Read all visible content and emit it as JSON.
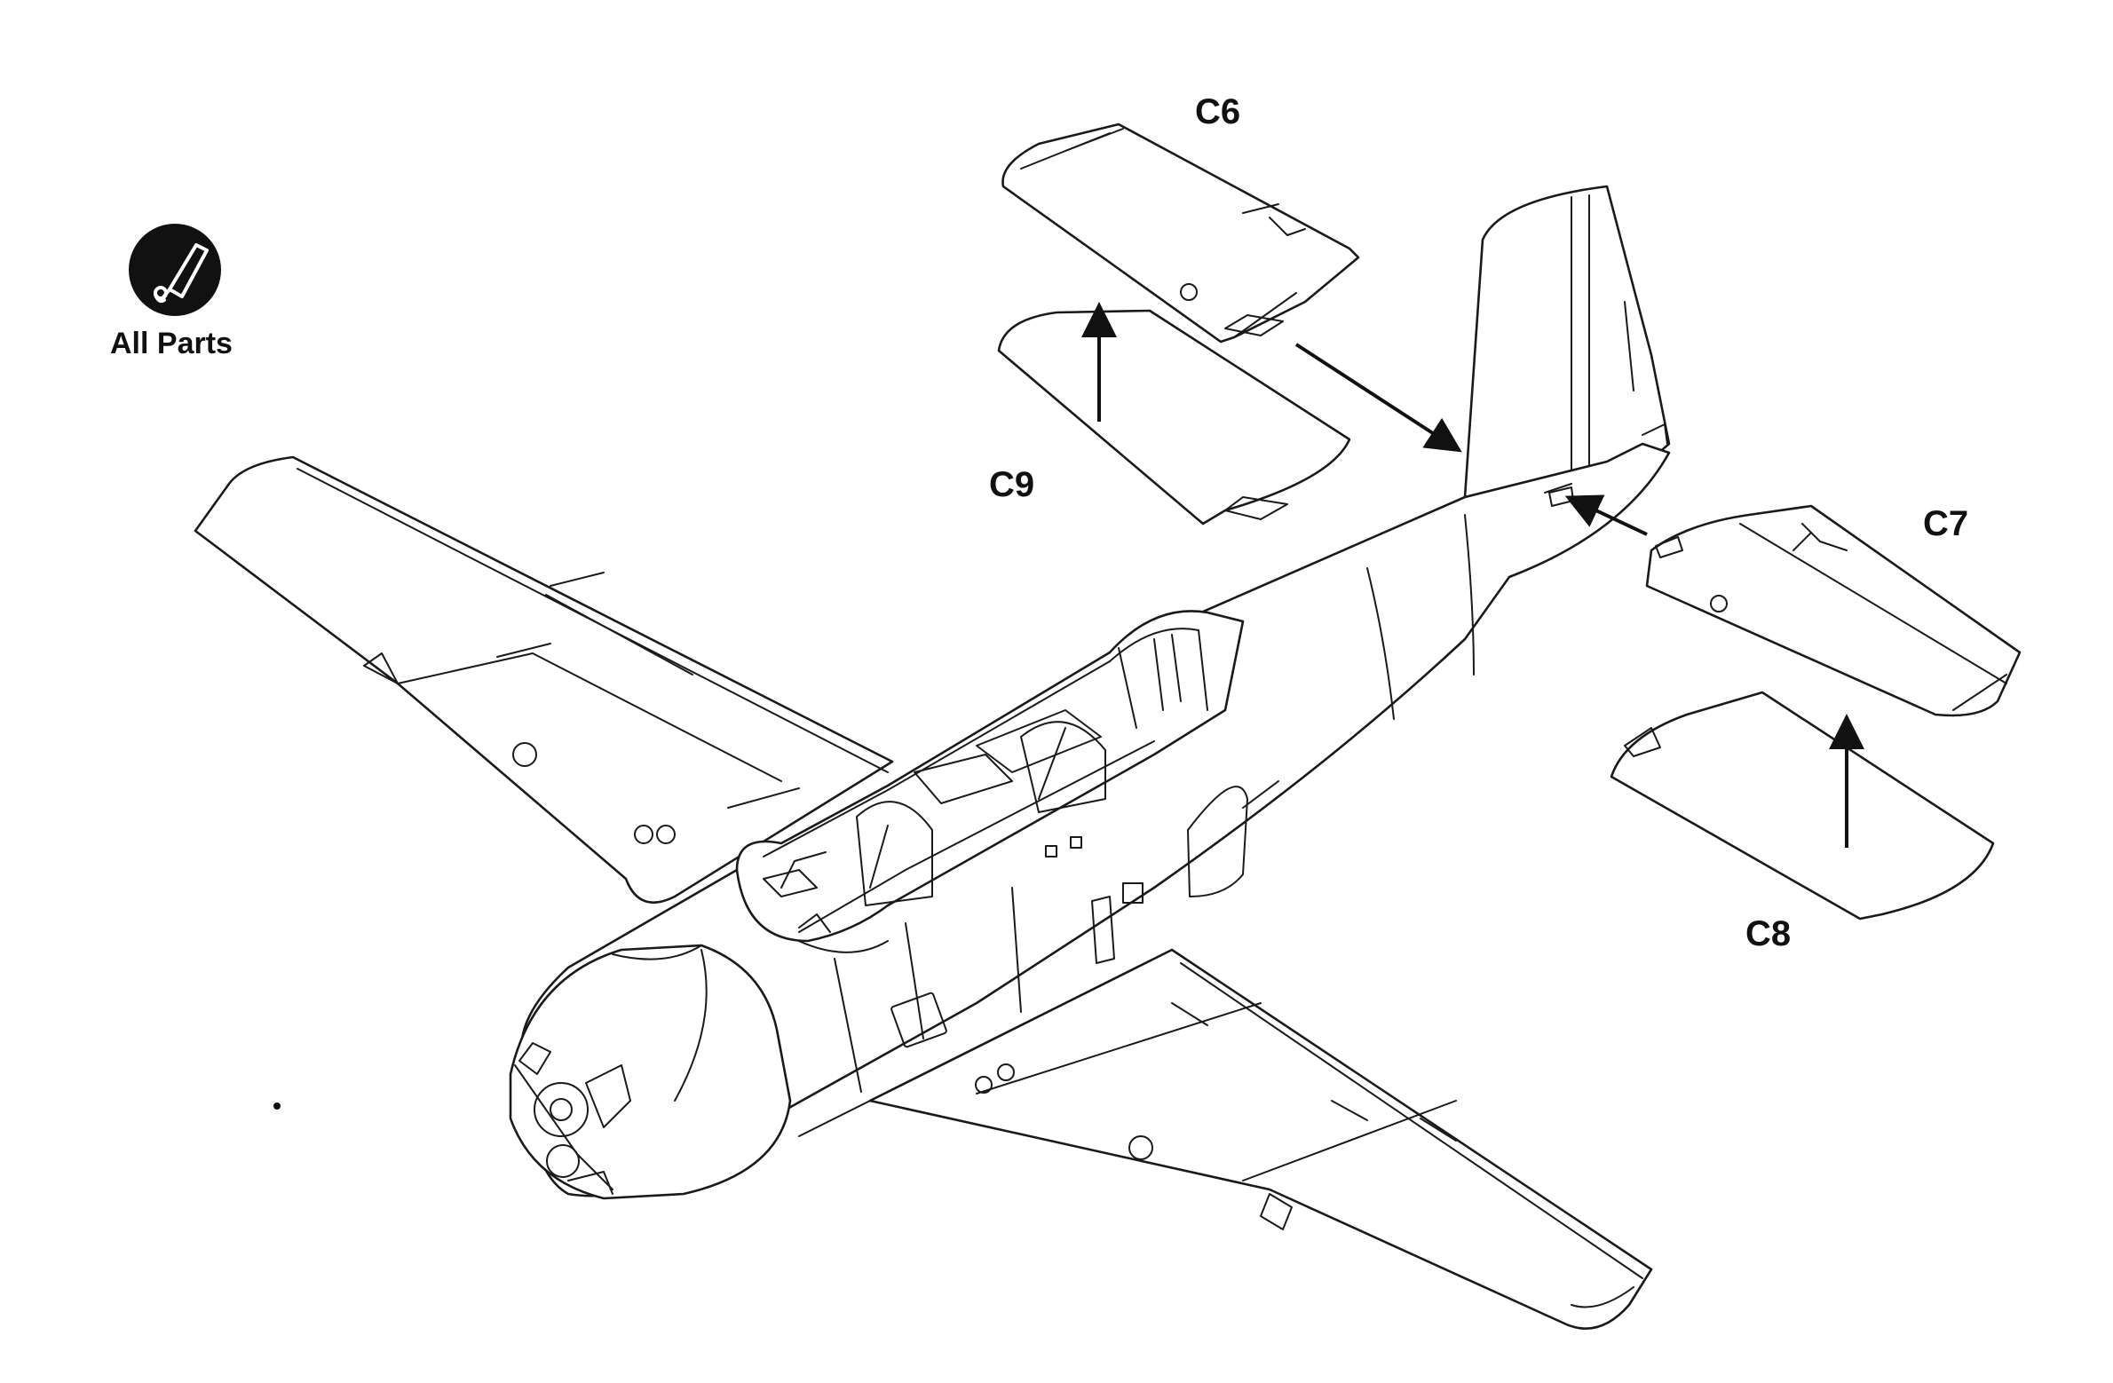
{
  "legend": {
    "icon": "glue-tube-icon",
    "caption": "All Parts"
  },
  "parts": {
    "c6": "C6",
    "c7": "C7",
    "c8": "C8",
    "c9": "C9"
  },
  "colors": {
    "ink": "#1a1a1a",
    "paper": "#ffffff"
  }
}
